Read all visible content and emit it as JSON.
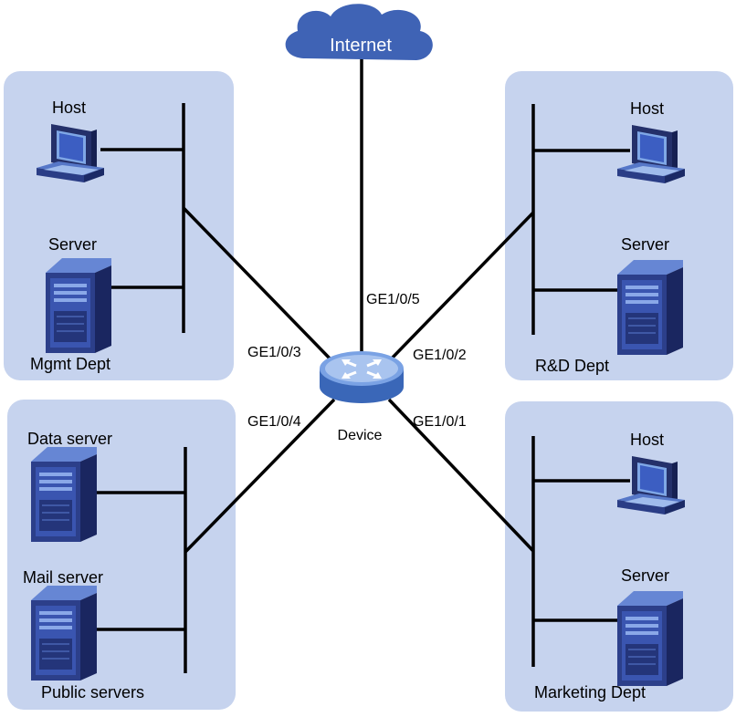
{
  "colors": {
    "zone_fill": "#c6d3ee",
    "cloud_fill": "#3f63b5",
    "link": "#000000",
    "device_fill": "#4a78c6",
    "device_top": "#8fb2ea"
  },
  "internet": {
    "label": "Internet"
  },
  "device": {
    "label": "Device"
  },
  "ports": {
    "ge5": "GE1/0/5",
    "ge3": "GE1/0/3",
    "ge2": "GE1/0/2",
    "ge4": "GE1/0/4",
    "ge1": "GE1/0/1"
  },
  "zones": {
    "mgmt": {
      "name": "Mgmt Dept",
      "host": "Host",
      "server": "Server"
    },
    "rd": {
      "name": "R&D Dept",
      "host": "Host",
      "server": "Server"
    },
    "public": {
      "name": "Public servers",
      "data_server": "Data server",
      "mail_server": "Mail server"
    },
    "marketing": {
      "name": "Marketing Dept",
      "host": "Host",
      "server": "Server"
    }
  },
  "icons": {
    "cloud": "cloud-icon",
    "switch": "switch-icon",
    "host": "desktop-computer-icon",
    "server": "tower-server-icon"
  }
}
